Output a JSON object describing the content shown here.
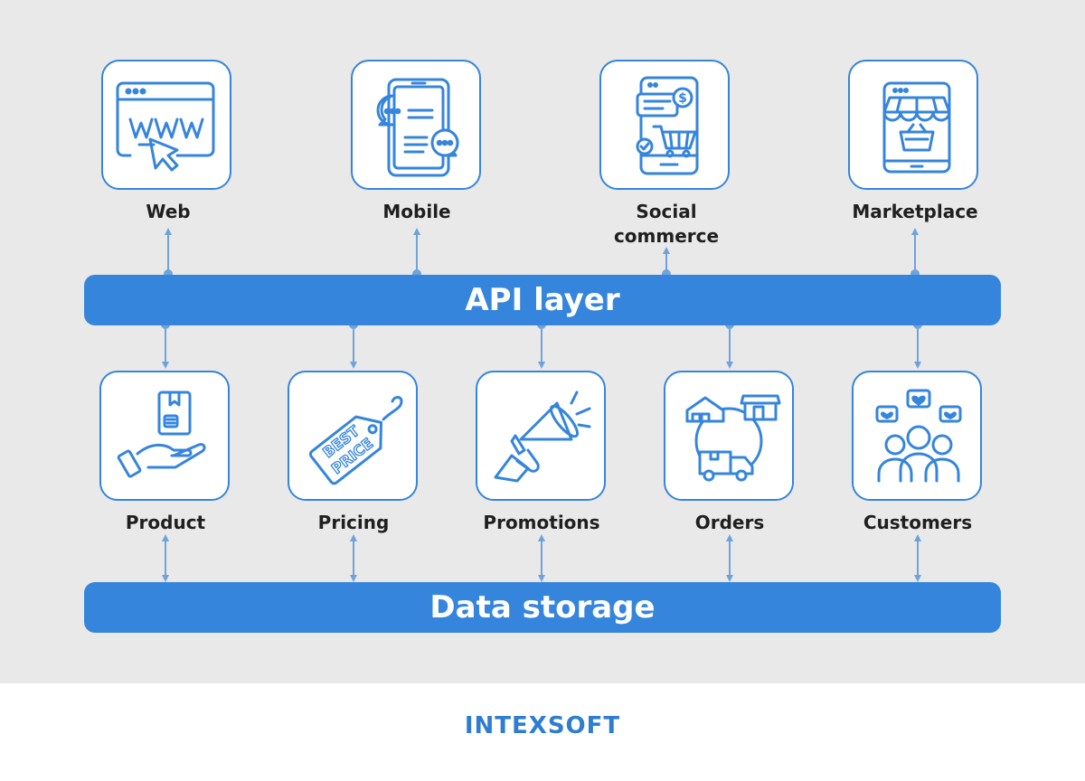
{
  "channels": [
    {
      "label": "Web",
      "icon": "web-browser-icon"
    },
    {
      "label": "Mobile",
      "icon": "mobile-chat-icon"
    },
    {
      "label": "Social\ncommerce",
      "icon": "social-commerce-icon"
    },
    {
      "label": "Marketplace",
      "icon": "marketplace-store-icon"
    }
  ],
  "api_layer": "API layer",
  "services": [
    {
      "label": "Product",
      "icon": "product-hand-icon"
    },
    {
      "label": "Pricing",
      "icon": "price-tag-icon"
    },
    {
      "label": "Promotions",
      "icon": "megaphone-icon"
    },
    {
      "label": "Orders",
      "icon": "delivery-truck-icon"
    },
    {
      "label": "Customers",
      "icon": "customers-icon"
    }
  ],
  "data_storage": "Data storage",
  "footer": {
    "logo_text": "INTEXSOFT"
  },
  "colors": {
    "accent": "#3585dc",
    "background": "#e9e9e9",
    "connector": "#6fa3dc",
    "text": "#1f1f1f"
  }
}
